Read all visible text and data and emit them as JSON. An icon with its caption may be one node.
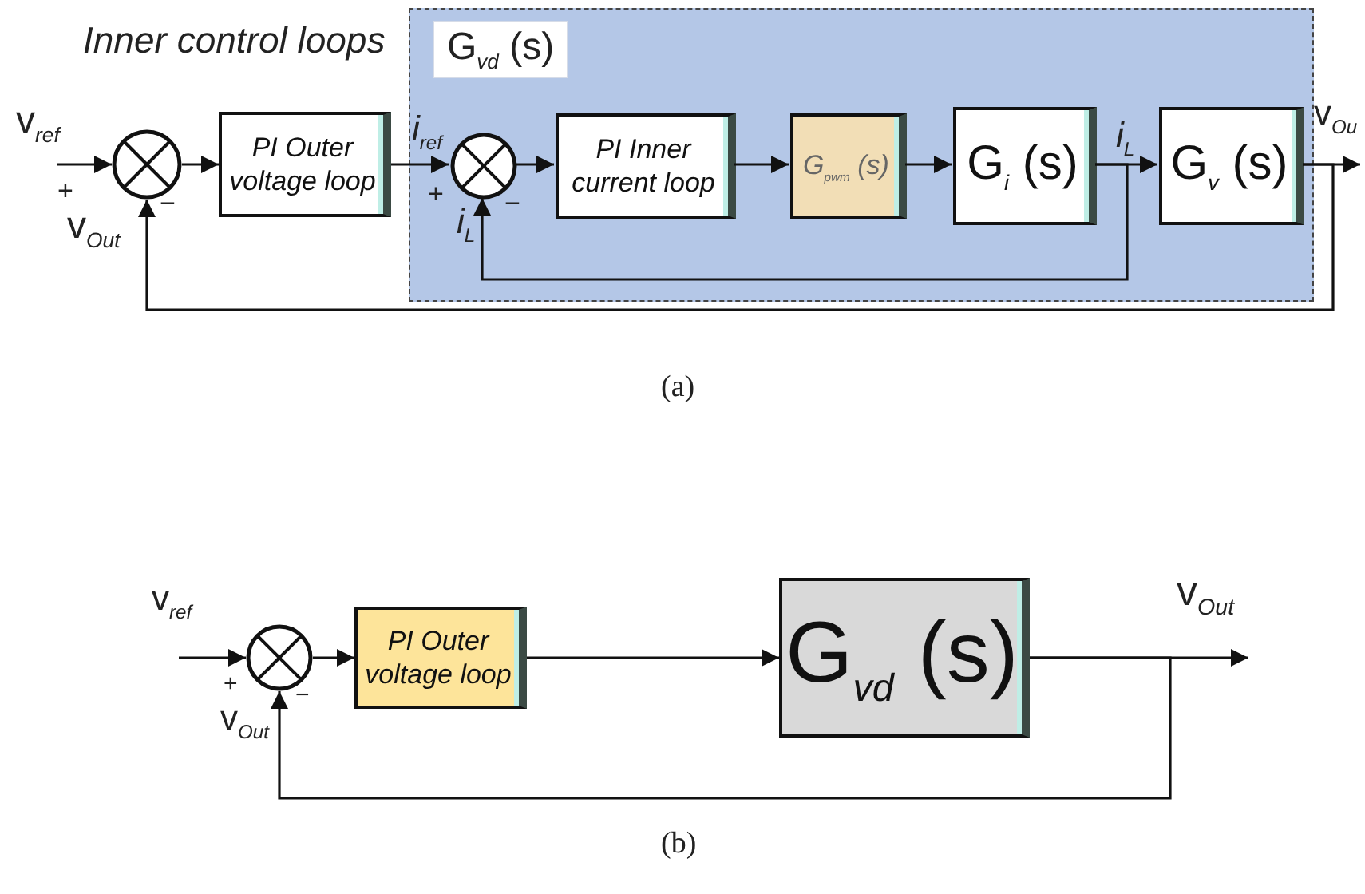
{
  "diagram": {
    "nodes": [
      {
        "text": [
          "G$_{vd}$ (s)"
        ]
      },
      {
        "text": [],
        "shape": "circle"
      },
      {
        "text": [
          "PI Outer voltage loop"
        ]
      },
      {
        "text": [],
        "shape": "circle",
        "in": 0
      },
      {
        "text": [
          "PI Inner current loop"
        ],
        "in": 0
      },
      {
        "text": [
          "G$_{pwm}$ (s)"
        ],
        "in": 0
      },
      {
        "text": [
          "G$_{i}$ (s)"
        ],
        "in": 0
      },
      {
        "text": [
          "G$_{v}$ (s)"
        ],
        "in": 0
      },
      {
        "text": [],
        "shape": "circle"
      },
      {
        "text": [
          "PI Outer voltage loop"
        ]
      },
      {
        "text": [
          "G$_{vd}$ (s)"
        ]
      }
    ],
    "edges": [
      {
        "from": null,
        "to": 1,
        "arrow": "to"
      },
      {
        "from": 1,
        "to": 2,
        "arrow": "to"
      },
      {
        "from": 2,
        "to": 3,
        "arrow": "to"
      },
      {
        "from": 3,
        "to": 4,
        "arrow": "to"
      },
      {
        "from": 4,
        "to": 5,
        "arrow": "to"
      },
      {
        "from": 5,
        "to": 6,
        "arrow": "to"
      },
      {
        "from": 6,
        "to": 7,
        "arrow": "to"
      },
      {
        "from": 7,
        "to": null,
        "arrow": "to"
      },
      {
        "from": 6,
        "to": 3,
        "arrow": "to"
      },
      {
        "from": 7,
        "to": 1,
        "arrow": "to"
      },
      {
        "from": null,
        "to": 8,
        "arrow": "to"
      },
      {
        "from": 8,
        "to": 9,
        "arrow": "to"
      },
      {
        "from": 9,
        "to": 10,
        "arrow": "to"
      },
      {
        "from": 10,
        "to": null,
        "arrow": "to"
      },
      {
        "from": 10,
        "to": 8,
        "arrow": "to"
      }
    ],
    "labels": [
      "Inner control loops",
      "v$_{ref}$",
      "+",
      "−",
      "v$_{Out}$",
      "i$_{ref}$",
      "+",
      "−",
      "i$_{L}$",
      "i$_{L}$",
      "v$_{Ou}$",
      "(a)",
      "v$_{ref}$",
      "+",
      "−",
      "v$_{Out}$",
      "v$_{Out}$",
      "(b)"
    ]
  }
}
